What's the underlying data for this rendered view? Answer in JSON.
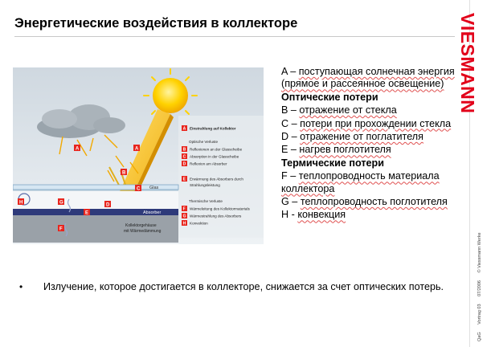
{
  "title": "Энергетические воздействия в коллекторе",
  "brand": {
    "logo": "VIESMANN",
    "meta": [
      "QaG",
      "Vortrag 03",
      "07/2006",
      "© Viessmann Werke"
    ]
  },
  "legend": [
    {
      "kind": "item",
      "letter": "A",
      "text": "поступающая солнечная энергия (прямое и рассеянное освещение)"
    },
    {
      "kind": "head",
      "text": "Оптические потери"
    },
    {
      "kind": "item",
      "letter": "B",
      "text": "отражение от стекла"
    },
    {
      "kind": "item",
      "letter": "C",
      "text": "потери при прохождении стекла"
    },
    {
      "kind": "item",
      "letter": "D",
      "text": " отражение от поглатителя"
    },
    {
      "kind": "item",
      "letter": "E",
      "text": "нагрев поглотителя"
    },
    {
      "kind": "head",
      "text": "Термические потери"
    },
    {
      "kind": "item",
      "letter": "F",
      "text": "теплопроводность материала коллектора"
    },
    {
      "kind": "item",
      "letter": "G",
      "text": "теплопроводность поглотителя"
    },
    {
      "kind": "item",
      "letter": "H",
      "text": "конвекция"
    }
  ],
  "legend_dash_main": "–",
  "legend_dash_alt": "-",
  "bullet": "Излучение, которое достигается в коллекторе, снижается за счет оптических потерь.",
  "diagram": {
    "labels": {
      "glass": "Glas",
      "absorber": "Absorber",
      "housing_1": "Kollektorgehäuse",
      "housing_2": "mit Wärmedämmung"
    },
    "inner_legend": {
      "a": "Einstrahlung auf Kollektor",
      "optical_head": "Optische Verluste",
      "b": "Reflexionen an der Glasscheibe",
      "c": "Absorption in der Glasscheibe",
      "d": "Reflexion am Absorber",
      "e_1": "Erwärmung des Absorbers durch",
      "e_2": "Strahlungsleistung",
      "thermal_head": "Thermische Verluste",
      "f": "Wärmeleitung des Kollektormaterials",
      "g": "Wärmestrahlung des Absorbers",
      "h": "Konvektion"
    },
    "markers": {
      "A": "A",
      "B": "B",
      "C": "C",
      "D": "D",
      "E": "E",
      "F": "F",
      "G": "G",
      "H": "H"
    }
  },
  "colors": {
    "marker_red": "#e8261e",
    "brand_red": "#e2001a",
    "beam": "#f5b800",
    "sun": "#ffd200"
  }
}
